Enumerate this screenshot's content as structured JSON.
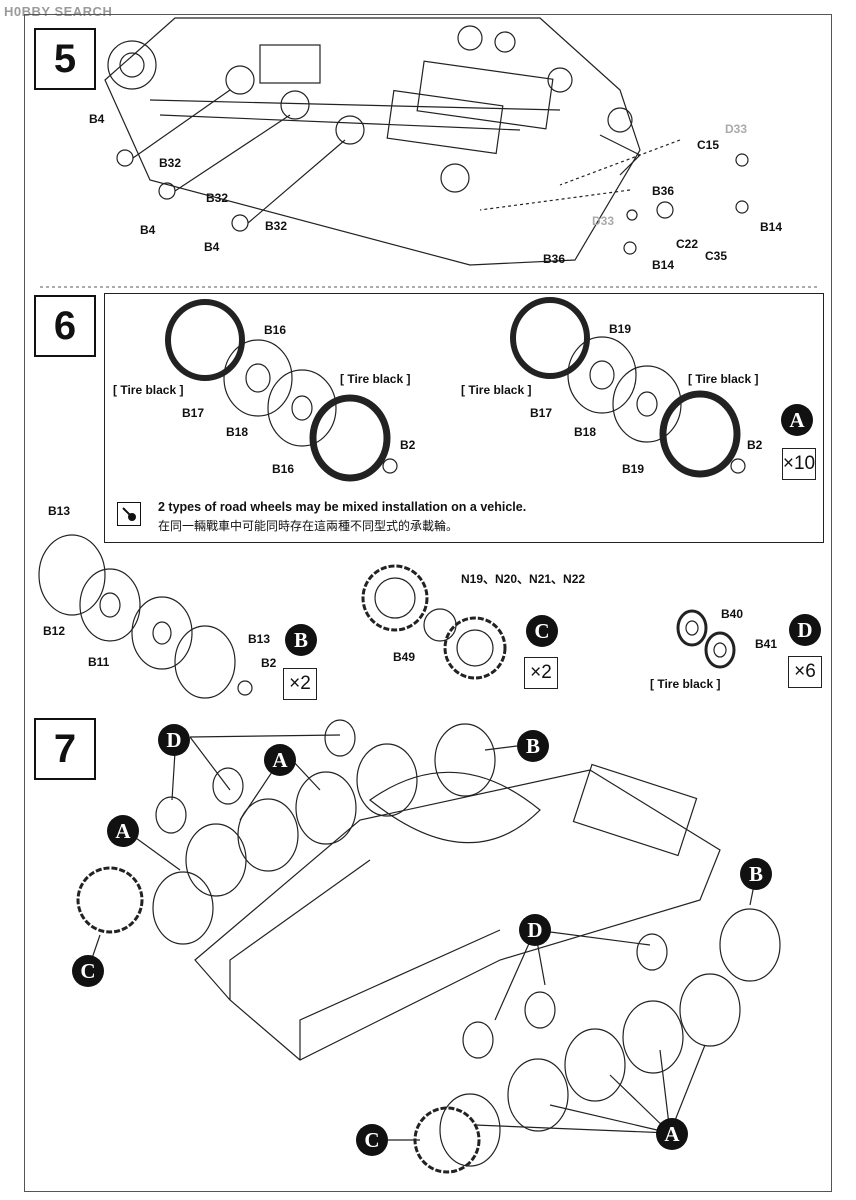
{
  "watermark": "H0BBY SEARCH",
  "steps": {
    "s5": "5",
    "s6": "6",
    "s7": "7"
  },
  "step5_labels": {
    "b4a": "B4",
    "b4b": "B4",
    "b4c": "B4",
    "b32a": "B32",
    "b32b": "B32",
    "b32c": "B32",
    "d33a": "D33",
    "d33b": "D33",
    "c15": "C15",
    "b36a": "B36",
    "b36b": "B36",
    "c22": "C22",
    "c35": "C35",
    "b14a": "B14",
    "b14b": "B14"
  },
  "step6_labels": {
    "b16a": "B16",
    "b16b": "B16",
    "b17a": "B17",
    "b18a": "B18",
    "b2a": "B2",
    "tire1": "[ Tire black ]",
    "tire2": "[ Tire black ]",
    "b19a": "B19",
    "b19b": "B19",
    "b17b": "B17",
    "b18b": "B18",
    "b2b": "B2",
    "tire3": "[ Tire black ]",
    "tire4": "[ Tire black ]",
    "markA": "A",
    "qtyA": "×10"
  },
  "note": {
    "en": "2 types of road wheels may be mixed installation on a vehicle.",
    "zh": "在同一輛戰車中可能同時存在這兩種不同型式的承載輪。"
  },
  "subB": {
    "b13a": "B13",
    "b12": "B12",
    "b11": "B11",
    "b13b": "B13",
    "b2": "B2",
    "mark": "B",
    "qty": "×2"
  },
  "subC": {
    "n": "N19、N20、N21、N22",
    "b49": "B49",
    "mark": "C",
    "qty": "×2"
  },
  "subD": {
    "b40": "B40",
    "b41": "B41",
    "tire": "[ Tire black ]",
    "mark": "D",
    "qty": "×6"
  },
  "step7_marks": {
    "d1": "D",
    "a1": "A",
    "b1": "B",
    "a2": "A",
    "b2": "B",
    "c1": "C",
    "d2": "D",
    "c2": "C",
    "a3": "A"
  }
}
